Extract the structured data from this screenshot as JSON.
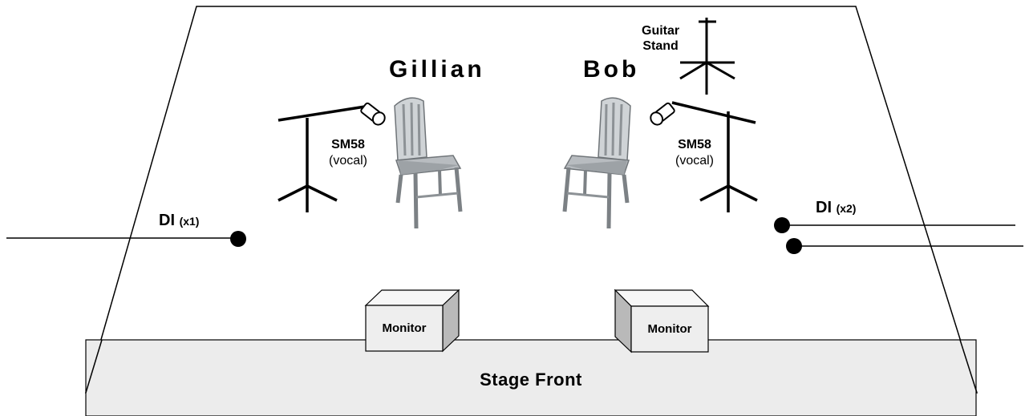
{
  "performers": [
    {
      "name": "Gillian"
    },
    {
      "name": "Bob"
    }
  ],
  "mics": [
    {
      "model": "SM58",
      "use": "(vocal)"
    },
    {
      "model": "SM58",
      "use": "(vocal)"
    }
  ],
  "guitar_stand": {
    "line1": "Guitar",
    "line2": "Stand"
  },
  "di_left": {
    "label": "DI",
    "count": "(x1)"
  },
  "di_right": {
    "label": "DI",
    "count": "(x2)"
  },
  "monitors": [
    {
      "label": "Monitor"
    },
    {
      "label": "Monitor"
    }
  ],
  "stage_front": {
    "label": "Stage Front"
  },
  "colors": {
    "line": "#000000",
    "front_fill": "#ececec",
    "monitor_face": "#eeeeee",
    "monitor_side": "#b9b9b9",
    "chair": "#b8bcc0"
  }
}
